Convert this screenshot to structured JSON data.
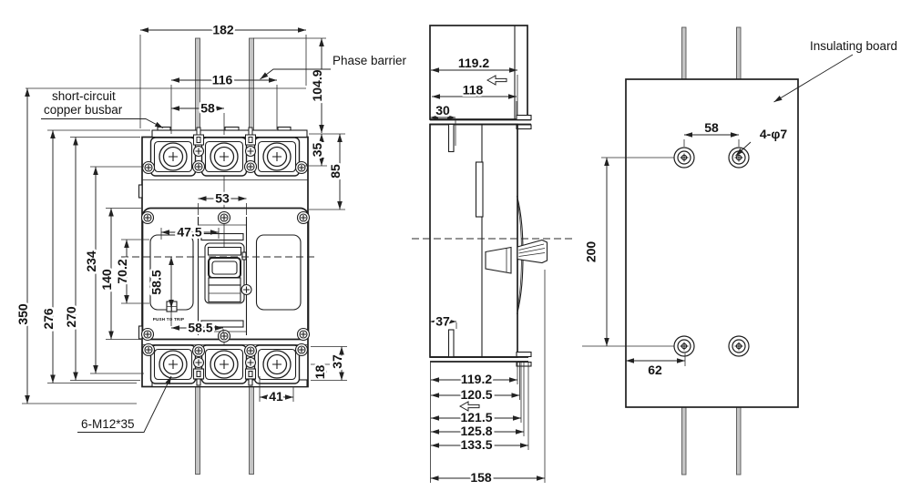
{
  "front": {
    "labels": {
      "busbar1": "short-circuit",
      "busbar2": "copper busbar",
      "phase_barrier": "Phase barrier",
      "push_to_trip": "PUSH TO TRIP",
      "bolt_spec": "6-M12*35"
    },
    "dims": {
      "w182": "182",
      "w116": "116",
      "w58": "58",
      "h104_9": "104.9",
      "h35": "35",
      "h85": "85",
      "w53": "53",
      "w47_5": "47.5",
      "h70_2": "70.2",
      "h140": "140",
      "h234": "234",
      "h270": "270",
      "h276": "276",
      "h350": "350",
      "v58_5": "58.5",
      "h58_5": "58.5",
      "w41": "41",
      "h18": "18",
      "h37": "37"
    }
  },
  "side": {
    "dims": {
      "t119_2": "119.2",
      "t118": "118",
      "t30": "30",
      "b37": "37",
      "s119_2": "119.2",
      "s120_5": "120.5",
      "s121_5": "121.5",
      "s125_8": "125.8",
      "s133_5": "133.5",
      "s158": "158"
    }
  },
  "board": {
    "labels": {
      "insulating_board": "Insulating board",
      "hole_spec": "4-φ7"
    },
    "dims": {
      "w58": "58",
      "h200": "200",
      "w62": "62"
    }
  }
}
